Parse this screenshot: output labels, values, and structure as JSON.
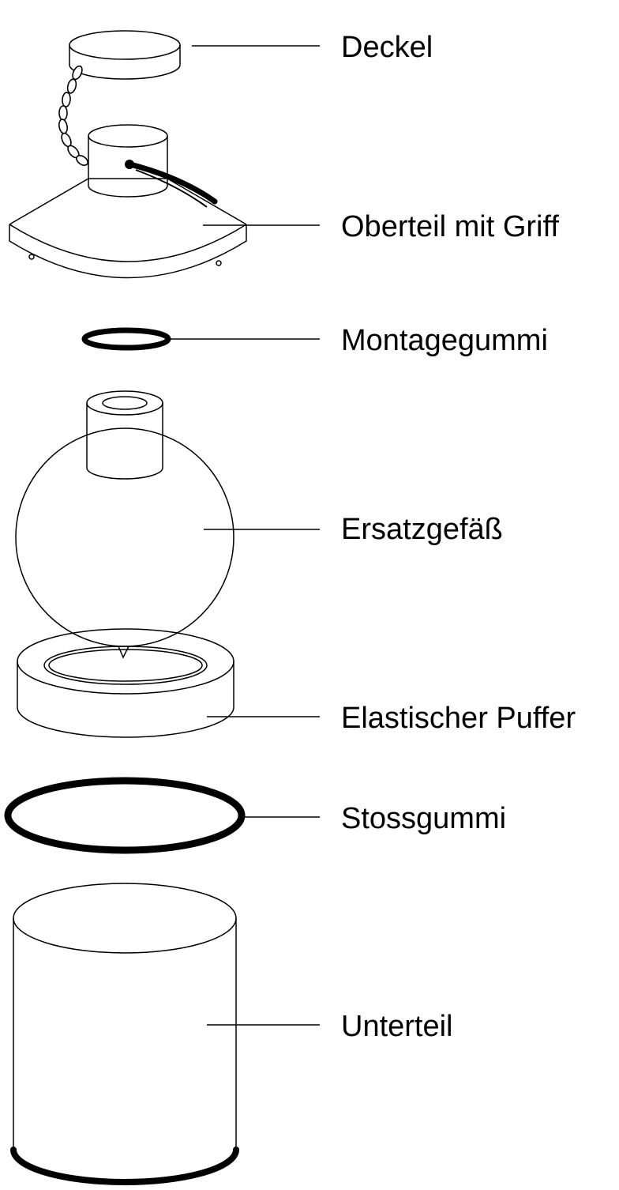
{
  "labels": {
    "lid": "Deckel",
    "top_part": "Oberteil mit Griff",
    "mounting_rubber": "Montagegummi",
    "replacement_vessel": "Ersatzgefäß",
    "elastic_buffer": "Elastischer Puffer",
    "shock_rubber": "Stossgummi",
    "bottom_part": "Unterteil"
  },
  "colors": {
    "line": "#000000",
    "background": "#ffffff"
  }
}
